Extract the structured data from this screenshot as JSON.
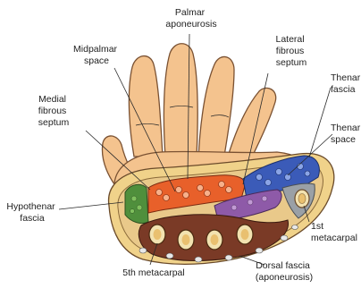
{
  "diagram": {
    "labels": {
      "palmar_aponeurosis": [
        "Palmar",
        "aponeurosis"
      ],
      "midpalmar_space": [
        "Midpalmar",
        "space"
      ],
      "lateral_fibrous_septum": [
        "Lateral",
        "fibrous",
        "septum"
      ],
      "medial_fibrous_septum": [
        "Medial",
        "fibrous",
        "septum"
      ],
      "thenar_fascia": [
        "Thenar",
        "fascia"
      ],
      "thenar_space": [
        "Thenar",
        "space"
      ],
      "hypothenar_fascia": [
        "Hypothenar",
        "fascia"
      ],
      "first_metacarpal": [
        "1st",
        "metacarpal"
      ],
      "fifth_metacarpal": [
        "5th metacarpal"
      ],
      "dorsal_fascia": [
        "Dorsal fascia",
        "(aponeurosis)"
      ]
    },
    "colors": {
      "skin": "#f4c38e",
      "skin_outline": "#7a5132",
      "midpalmar": "#e8602a",
      "thenar": "#3b5bb8",
      "hypothenar": "#4f8f3c",
      "muscle": "#7a3a26",
      "tendon": "#f2e2b0",
      "purple": "#8e5aa8",
      "grey": "#9aa0a6"
    }
  }
}
